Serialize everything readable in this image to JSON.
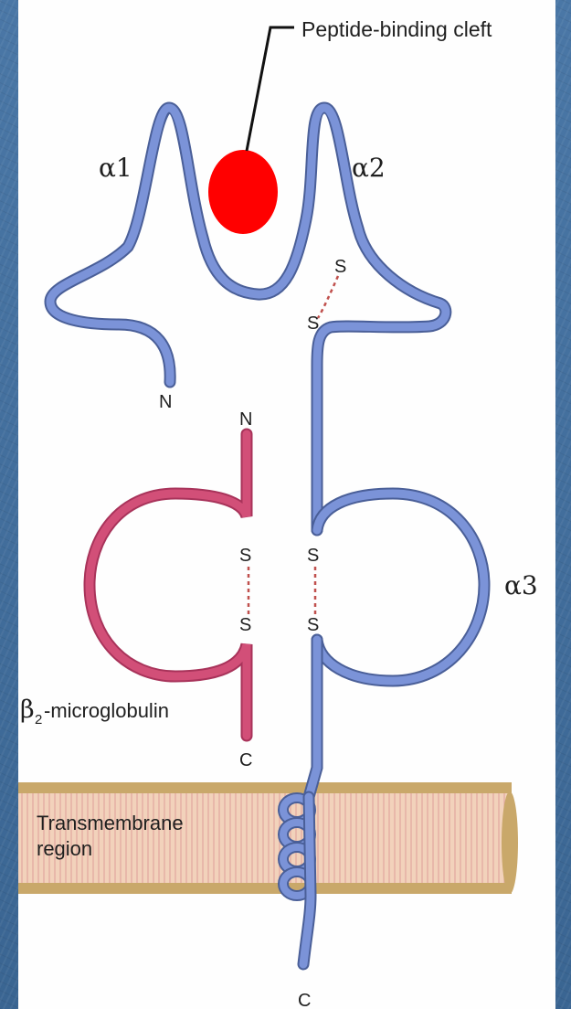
{
  "diagram": {
    "annotation": "Peptide-binding cleft",
    "alpha1": "α1",
    "alpha2": "α2",
    "alpha3": "α3",
    "heavy_chain_n": "N",
    "heavy_chain_c": "C",
    "beta2_n": "N",
    "beta2_c": "C",
    "beta2_symbol": "β",
    "beta2_subscript": "2",
    "beta2_suffix": "-microglobulin",
    "membrane_line1": "Transmembrane",
    "membrane_line2": "region",
    "disulfide_s": "S",
    "colors": {
      "heavy_chain": "#7b93d8",
      "beta2": "#d24f78",
      "peptide": "#ff0000",
      "membrane": "#f3d2b8",
      "membrane_edge": "#c0a062",
      "disulfide": "#c0504d",
      "panel": "#fefefe"
    }
  }
}
